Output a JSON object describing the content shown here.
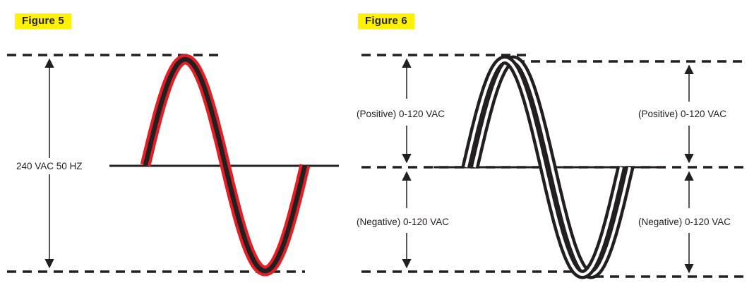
{
  "figure5": {
    "label": "Figure 5",
    "annotation": "240 VAC 50 HZ",
    "colors": {
      "outer_trace": "#e31e24",
      "inner_trace": "#231f20"
    }
  },
  "figure6": {
    "label": "Figure 6",
    "left_positive": "(Positive) 0-120 VAC",
    "left_negative": "(Negative) 0-120 VAC",
    "right_positive": "(Positive) 0-120 VAC",
    "right_negative": "(Negative) 0-120 VAC",
    "colors": {
      "trace": "#231f20"
    }
  },
  "colors": {
    "label_bg": "#fff200",
    "line": "#231f20"
  }
}
